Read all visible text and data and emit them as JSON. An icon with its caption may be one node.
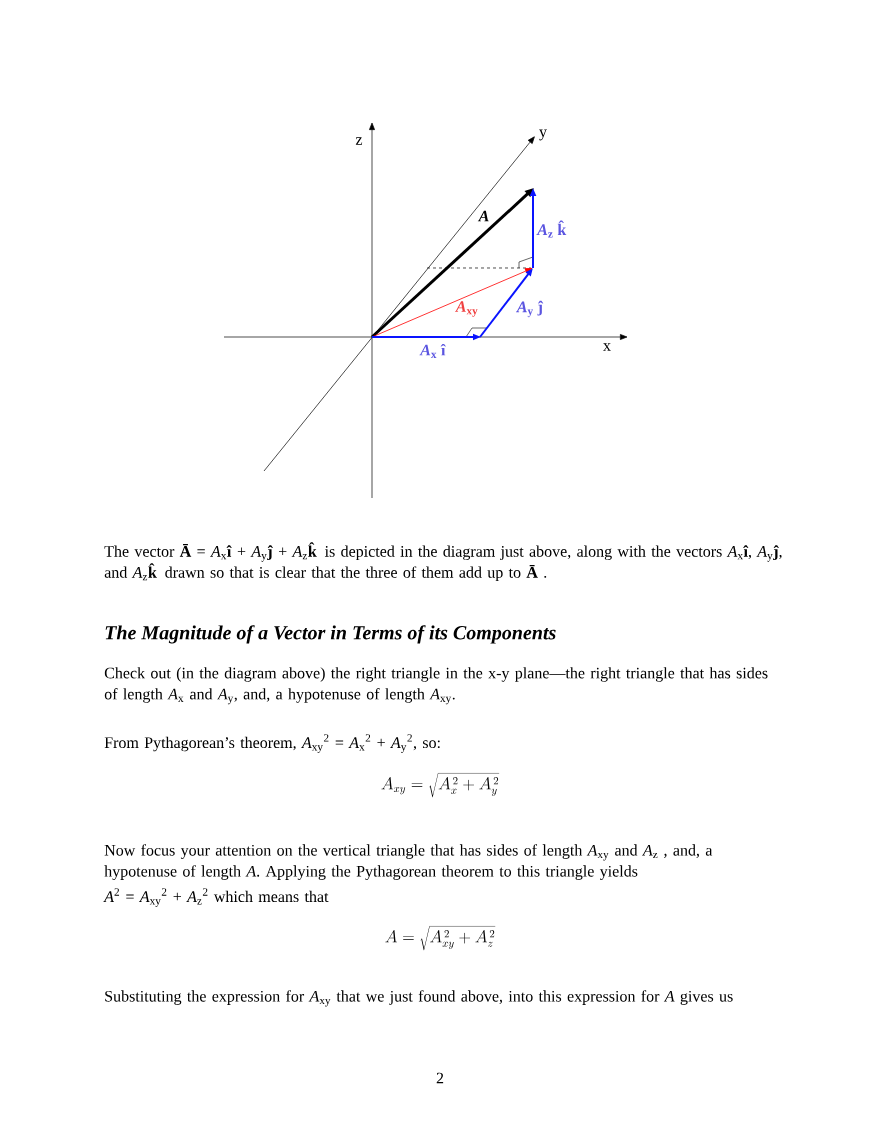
{
  "diagram": {
    "title": "The Magnitude of a Vector in Terms of its Components",
    "labels": [
      "z",
      "y",
      "A",
      "*A*$_{z}$ **k̂**",
      "*A*$_{xy}$",
      "*A*$_{y}$ **ĵ**",
      "x",
      "*A*$_{x}$ **î**",
      "The vector **Ā** = *A*$_{x}$**î** + *A*$_{y}$**ĵ** + *A*$_{z}$**k̂** is depicted in the diagram just above, along with the vectors *A*$_{x}$**î**, *A*$_{y}$**ĵ**, and *A*$_{z}$**k̂** drawn so that is clear that the three of them add up to **Ā** .",
      "Check out (in the diagram above) the right triangle in the x-y plane—the right triangle that has sides of length *A*$_{x}$ and *A*$_{y}$, and, a hypotenuse of length *A*$_{xy}$.",
      "From Pythagorean’s theorem, *A*$_{xy}$$^{2}$ = *A*$_{x}$$^{2}$ + *A*$_{y}$$^{2}$, so:",
      "A_{xy} = \\sqrt{A_{x}^{\\,2} + A_{y}^{\\,2}}",
      "Now focus your attention on the vertical triangle that has sides of length *A*$_{xy}$ and *A*$_{z}$ , and, a hypotenuse of length *A*. Applying the Pythagorean theorem to this triangle yields",
      "*A*$^{2}$ = *A*$_{xy}$$^{2}$ + *A*$_{z}$$^{2}$ which means that",
      "A = \\sqrt{A_{xy}^{\\,2} + A_{z}^{\\,2}}",
      "Substituting the expression for *A*$_{xy}$ that we just found above, into this expression for *A* gives us",
      "2"
    ]
  }
}
